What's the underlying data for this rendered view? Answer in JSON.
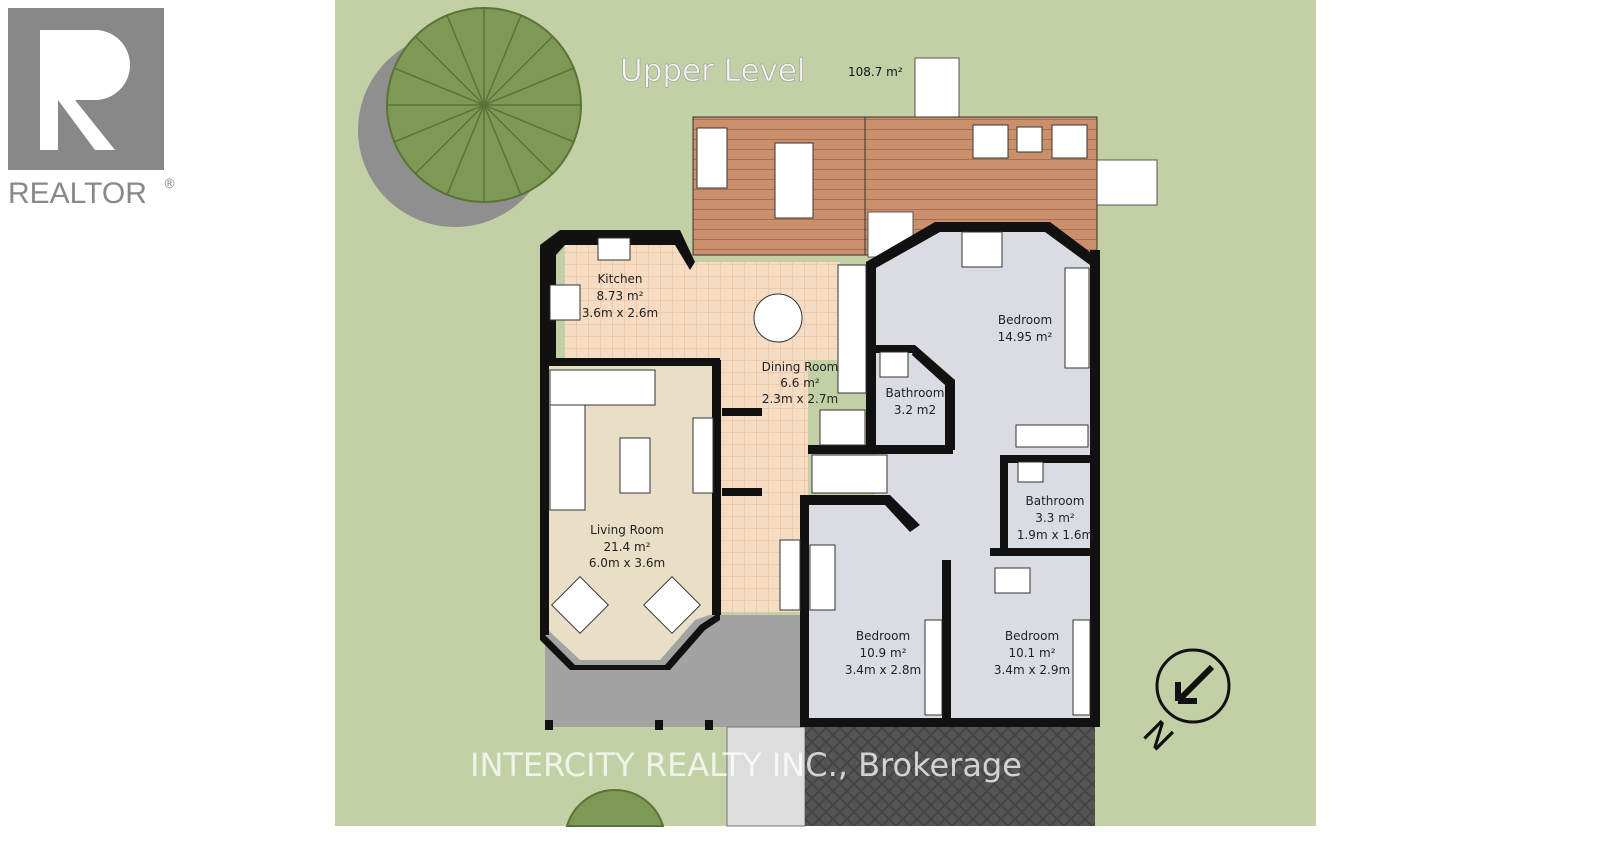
{
  "logo": {
    "text": "REALTOR",
    "mark": "®"
  },
  "title": "Upper Level",
  "total_area": "108.7 m²",
  "rooms": [
    {
      "name": "Kitchen",
      "area": "8.73 m²",
      "dims": "3.6m x 2.6m"
    },
    {
      "name": "Dining Room",
      "area": "6.6 m²",
      "dims": "2.3m x 2.7m"
    },
    {
      "name": "Bedroom",
      "area": "14.95 m²"
    },
    {
      "name": "Bathroom",
      "area": "3.2 m2"
    },
    {
      "name": "Bathroom",
      "area": "3.3 m²",
      "dims": "1.9m x 1.6m"
    },
    {
      "name": "Living Room",
      "area": "21.4 m²",
      "dims": "6.0m x 3.6m"
    },
    {
      "name": "Bedroom",
      "area": "10.9 m²",
      "dims": "3.4m x 2.8m"
    },
    {
      "name": "Bedroom",
      "area": "10.1 m²",
      "dims": "3.4m x 2.9m"
    }
  ],
  "compass": "N",
  "watermark": "INTERCITY REALTY INC., Brokerage",
  "colors": {
    "lawn": "#c3d0a6",
    "deck": "#c9906b",
    "tile": "#f7dcc4",
    "living": "#e9dfc7",
    "bedroom": "#d9dde3",
    "porch": "#a3a3a3"
  }
}
